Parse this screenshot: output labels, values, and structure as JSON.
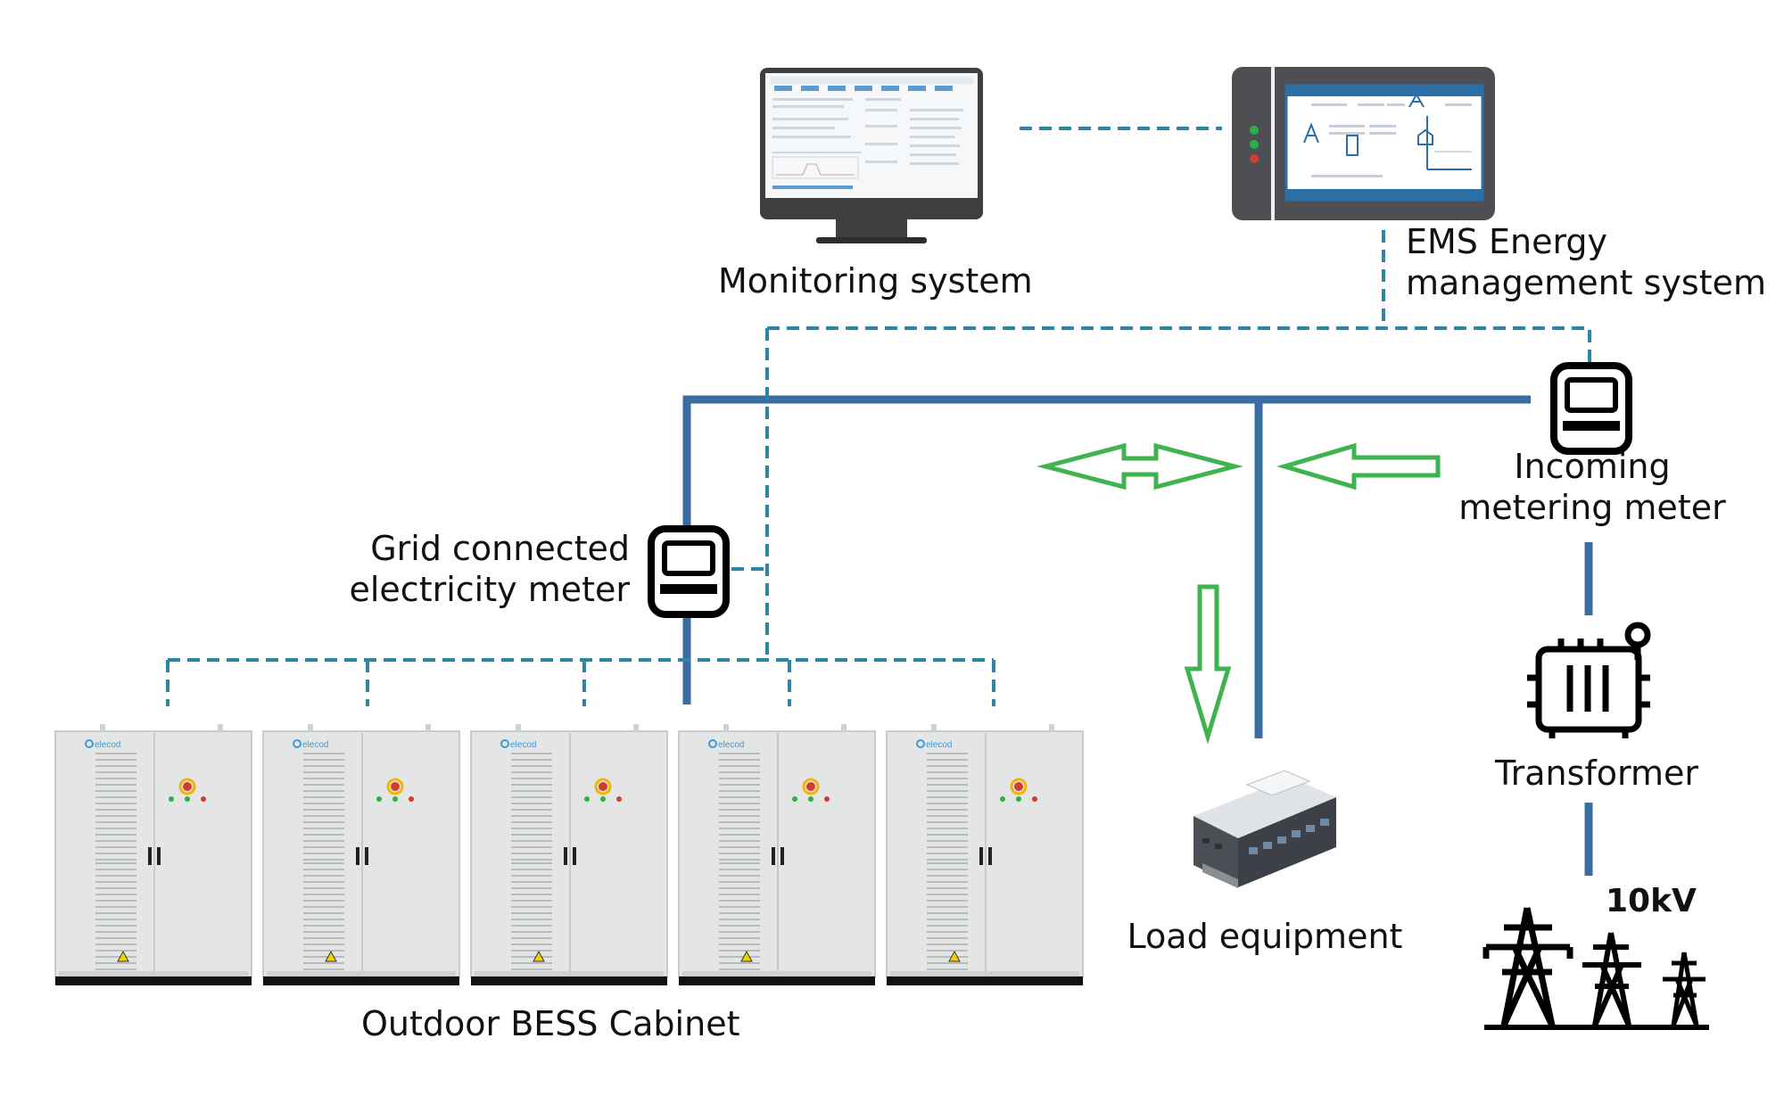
{
  "labels": {
    "monitoring": "Monitoring system",
    "ems_line1": "EMS Energy",
    "ems_line2": "management system",
    "grid_meter_line1": "Grid connected",
    "grid_meter_line2": "electricity meter",
    "incoming_line1": "Incoming",
    "incoming_line2": "metering meter",
    "transformer": "Transformer",
    "load": "Load equipment",
    "bess": "Outdoor BESS Cabinet",
    "voltage": "10kV"
  },
  "cabinet_brand": "elecod",
  "cabinet_count": 5,
  "colors": {
    "power_line": "#3b6da1",
    "comm_line": "#2b86a6",
    "flow_arrow": "#3fb34f",
    "icon_stroke": "#000000",
    "cabinet_body": "#e4e6e6",
    "ems_accent": "#2a6fa8"
  },
  "icons": {
    "monitor": "monitor-icon",
    "ems": "ems-controller-icon",
    "meter": "meter-icon",
    "transformer": "transformer-icon",
    "pylon": "power-pylon-icon",
    "building": "building-icon",
    "cabinet": "bess-cabinet-icon"
  }
}
